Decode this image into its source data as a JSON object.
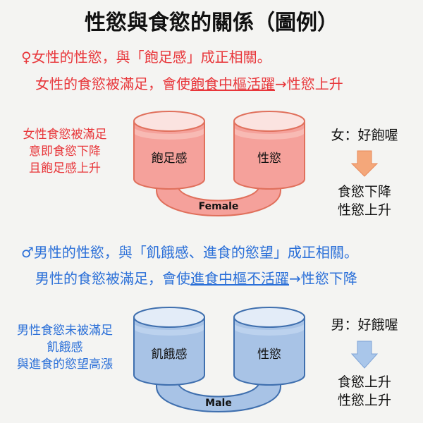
{
  "title": "性慾與食慾的關係（圖例）",
  "colors": {
    "red": "#e8363a",
    "blue": "#2a6fd8",
    "pink_fill": "#f5a19b",
    "pink_stroke": "#e0705c",
    "blue_fill": "#a8c3e6",
    "blue_stroke": "#3f6fae",
    "arrow_orange": "#f4a77a",
    "arrow_blue": "#a9c6ea"
  },
  "female": {
    "heading": "♀女性的性慾，與「飽足感」成正相關。",
    "line_pre": "女性的食慾被滿足，會使",
    "line_underlined": "飽食中樞活躍",
    "line_post": "→性慾上升",
    "left_note": [
      "女性食慾被滿足",
      "意即食慾下降",
      "且飽足感上升"
    ],
    "tank_left": "飽足感",
    "tank_right": "性慾",
    "pipe_label": "Female",
    "right_title": "女：好飽喔",
    "arrow_icon": "down-arrow",
    "result": [
      "食慾下降",
      "性慾上升"
    ]
  },
  "male": {
    "heading": "♂男性的性慾，與「飢餓感、進食的慾望」成正相關。",
    "line_pre": "男性的食慾被滿足，會使",
    "line_underlined": "進食中樞不活躍",
    "line_post": "→性慾下降",
    "left_note": [
      "男性食慾未被滿足",
      "飢餓感",
      "與進食的慾望高漲"
    ],
    "tank_left": "飢餓感",
    "tank_right": "性慾",
    "pipe_label": "Male",
    "right_title": "男：好餓喔",
    "arrow_icon": "down-arrow",
    "result": [
      "食慾上升",
      "性慾上升"
    ]
  }
}
